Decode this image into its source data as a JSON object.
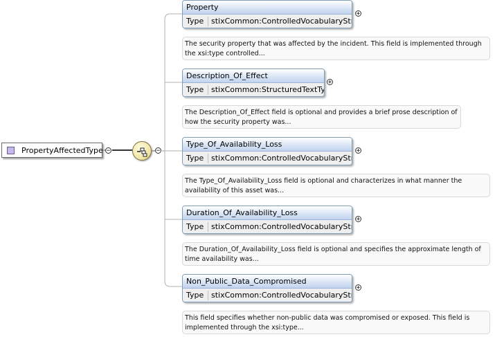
{
  "root": {
    "label": "PropertyAffectedType"
  },
  "elements": [
    {
      "name": "Property",
      "type_key": "Type",
      "type_value": "stixCommon:ControlledVocabularyStrin ...",
      "doc": "The security property that was affected by the incident. This field is implemented through the xsi:type controlled..."
    },
    {
      "name": "Description_Of_Effect",
      "type_key": "Type",
      "type_value": "stixCommon:StructuredTextType",
      "doc": "The Description_Of_Effect field is optional and provides a brief prose description of how the security property was..."
    },
    {
      "name": "Type_Of_Availability_Loss",
      "type_key": "Type",
      "type_value": "stixCommon:ControlledVocabularyStrin ...",
      "doc": "The Type_Of_Availability_Loss field is optional and characterizes in what manner the availability of this asset was..."
    },
    {
      "name": "Duration_Of_Availability_Loss",
      "type_key": "Type",
      "type_value": "stixCommon:ControlledVocabularyStrin ...",
      "doc": "The Duration_Of_Availability_Loss field is optional and specifies the approximate length of time availability was..."
    },
    {
      "name": "Non_Public_Data_Compromised",
      "type_key": "Type",
      "type_value": "stixCommon:ControlledVocabularyStrin ...",
      "doc": "This field specifies whether non-public data was compromised or exposed. This field is implemented through the xsi:type..."
    }
  ],
  "icons": {
    "collapse": "minus-icon",
    "expand": "plus-icon",
    "sequence": "sequence-compositor-icon"
  }
}
